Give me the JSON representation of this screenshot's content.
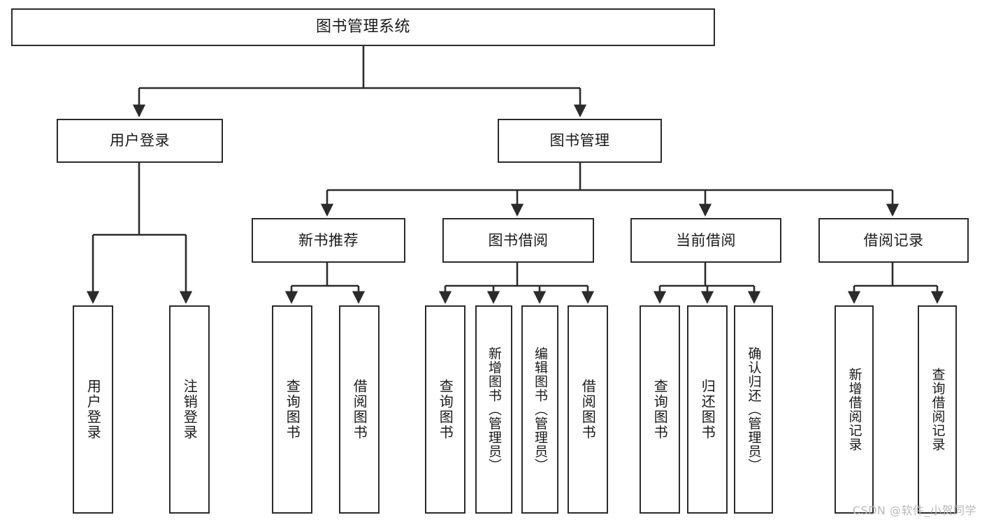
{
  "diagram": {
    "title": "图书管理系统",
    "type": "tree-hierarchy-chart",
    "watermark": "CSDN @软件_小贺同学",
    "colors": {
      "background": "#ffffff",
      "box_border": "#2b2b2b",
      "box_fill": "#ffffff",
      "connector": "#2b2b2b",
      "text": "#1a1a1a",
      "watermark": "#b9b9b9"
    },
    "root": {
      "label": "图书管理系统"
    },
    "level2": [
      {
        "label": "用户登录"
      },
      {
        "label": "图书管理"
      }
    ],
    "level3": [
      {
        "label": "新书推荐"
      },
      {
        "label": "图书借阅"
      },
      {
        "label": "当前借阅"
      },
      {
        "label": "借阅记录"
      }
    ],
    "leaves": {
      "user_login": [
        {
          "label": "用户登录"
        },
        {
          "label": "注销登录"
        }
      ],
      "new_book_recommend": [
        {
          "label": "查询图书"
        },
        {
          "label": "借阅图书"
        }
      ],
      "book_borrow": [
        {
          "label": "查询图书"
        },
        {
          "label": "新增图书（管理员）"
        },
        {
          "label": "编辑图书（管理员）"
        },
        {
          "label": "借阅图书"
        }
      ],
      "current_borrow": [
        {
          "label": "查询图书"
        },
        {
          "label": "归还图书"
        },
        {
          "label": "确认归还（管理员）"
        }
      ],
      "borrow_record": [
        {
          "label": "新增借阅记录"
        },
        {
          "label": "查询借阅记录"
        }
      ]
    }
  }
}
